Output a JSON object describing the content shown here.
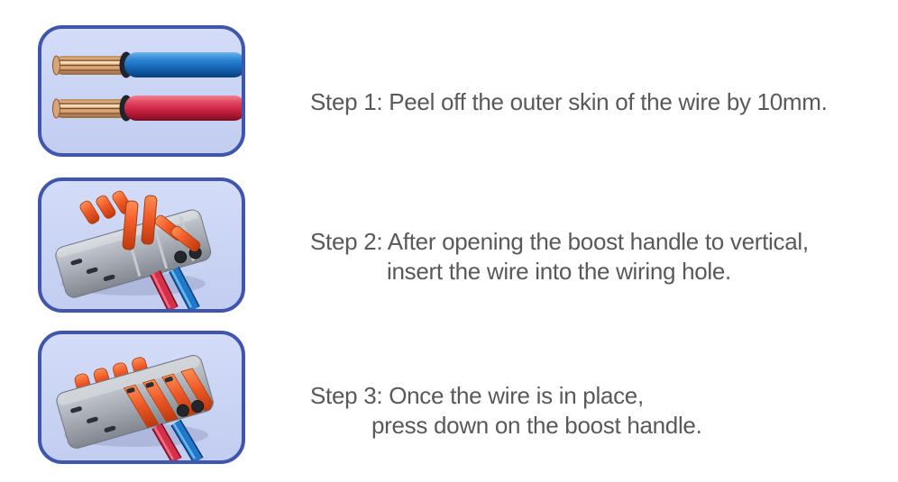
{
  "page": {
    "background": "#ffffff"
  },
  "colors": {
    "page_bg": "#ffffff",
    "panel_border": "#4056ad",
    "panel_fill": "#cbd5f4",
    "text_color": "#58595b",
    "wire_blue": "#1f78c8",
    "wire_red": "#d4304a",
    "copper": "#e0b186",
    "lever_orange": "#ef5a28",
    "connector_gray": "#a9aeb6"
  },
  "steps": [
    {
      "image": "stripped-wires-photo",
      "lines": [
        "Step 1: Peel off the outer skin of the wire by 10mm."
      ]
    },
    {
      "image": "connector-open-boost-handles-photo",
      "lines": [
        "Step 2: After opening the boost handle to vertical,",
        "insert the wire into the wiring hole."
      ]
    },
    {
      "image": "connector-closed-boost-handles-photo",
      "lines": [
        "Step 3: Once the wire is in place,",
        "press down on the boost handle."
      ]
    }
  ]
}
